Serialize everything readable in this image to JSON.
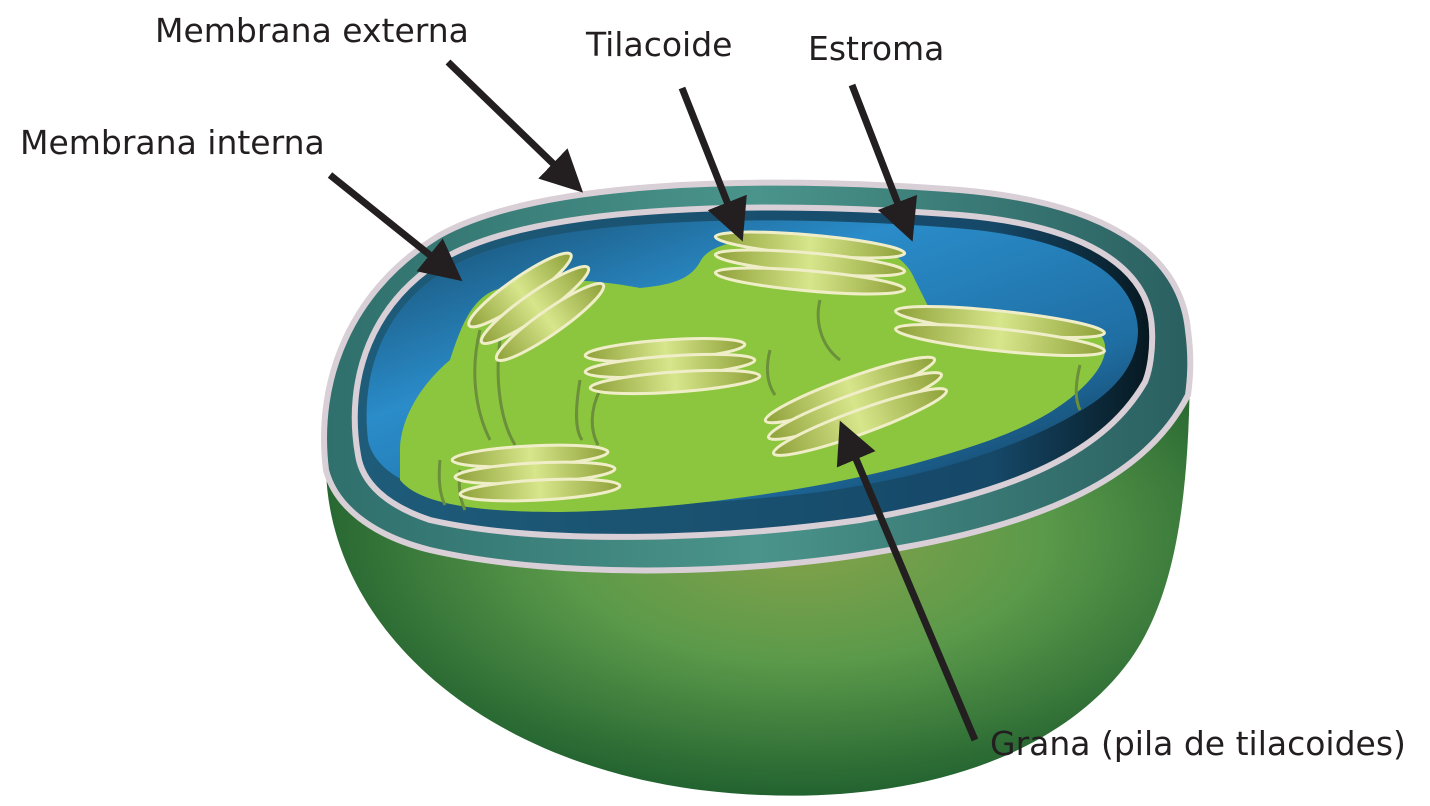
{
  "labels": {
    "outer_membrane": "Membrana externa",
    "thylakoid": "Tilacoide",
    "stroma": "Estroma",
    "inner_membrane": "Membrana interna",
    "grana": "Grana (pila de tilacoides)"
  },
  "colors": {
    "outer_shell_dark": "#1b5b2c",
    "outer_shell_mid": "#5b9a4a",
    "outer_shell_light": "#86a24a",
    "membrane_band": "#3f8a82",
    "membrane_edge": "#d9cfd6",
    "stroma_blue_light": "#2a8cc9",
    "stroma_blue_dark": "#164868",
    "thylakoid_green": "#8cc63e",
    "thylakoid_disc_light": "#d7e68b",
    "thylakoid_disc_dark": "#8fa13a",
    "arrow": "#231f20",
    "text": "#231f20"
  }
}
